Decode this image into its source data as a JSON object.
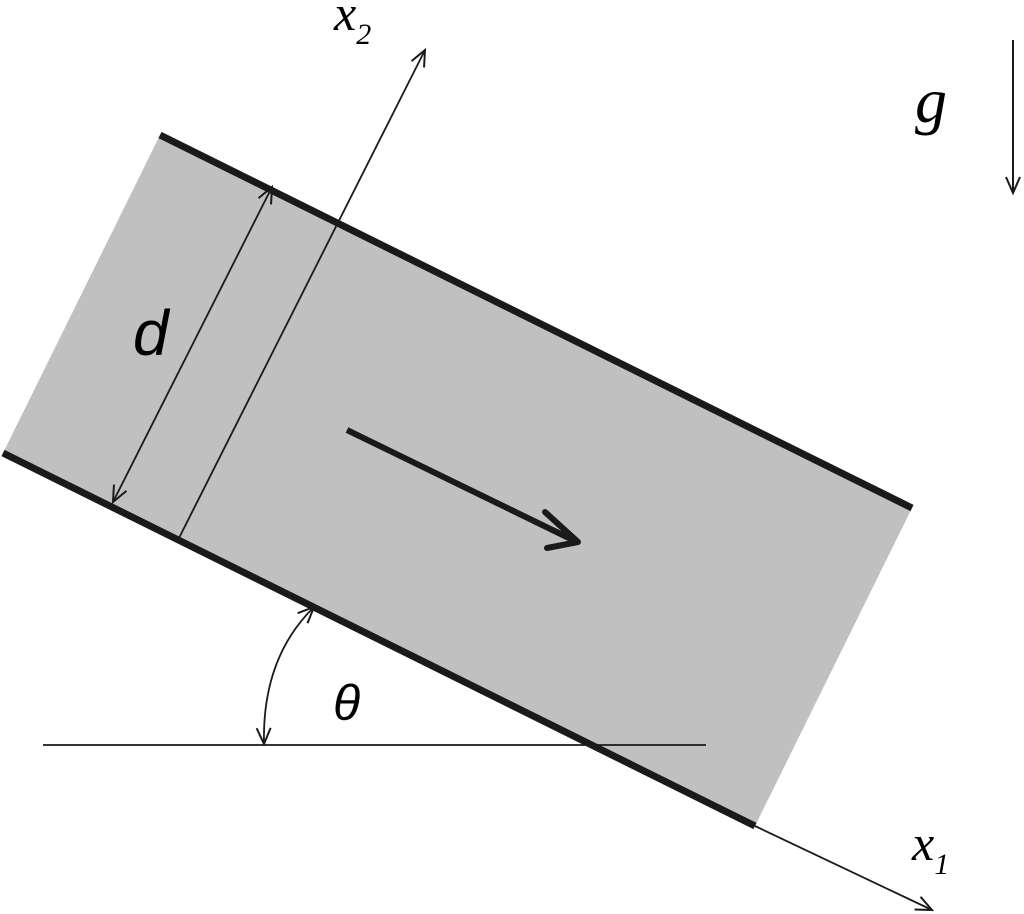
{
  "labels": {
    "x2_main": "x",
    "x2_sub": "2",
    "x1_main": "x",
    "x1_sub": "1",
    "gravity": "g",
    "thickness": "d",
    "angle": "θ"
  },
  "colors": {
    "fluid_fill": "#c0c0c0",
    "stroke": "#1a1a1a",
    "background": "#ffffff"
  }
}
